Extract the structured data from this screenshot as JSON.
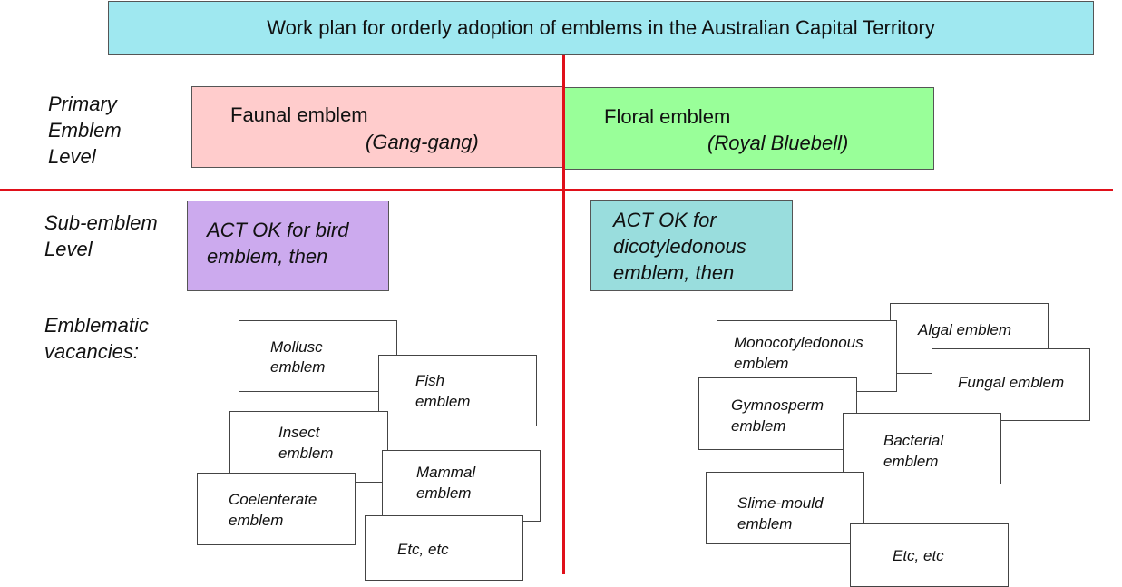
{
  "title": "Work plan for orderly adoption of emblems in the Australian Capital Territory",
  "row_labels": {
    "primary": [
      "Primary",
      "Emblem",
      "Level"
    ],
    "sub": [
      "Sub-emblem",
      "Level"
    ],
    "vacancies": [
      "Emblematic",
      "vacancies:"
    ]
  },
  "primary": {
    "faunal": {
      "name": "Faunal emblem",
      "example": "(Gang-gang)"
    },
    "floral": {
      "name": "Floral emblem",
      "example": "(Royal Bluebell)"
    }
  },
  "sub": {
    "fauna": [
      "ACT OK for bird",
      "emblem, then"
    ],
    "flora": [
      "ACT OK for",
      "dicotyledonous",
      "emblem, then"
    ]
  },
  "vacancies": {
    "fauna": {
      "mollusc": [
        "Mollusc",
        "emblem"
      ],
      "fish": [
        "Fish",
        "emblem"
      ],
      "insect": [
        "Insect",
        "emblem"
      ],
      "mammal": [
        "Mammal",
        "emblem"
      ],
      "coelenterate": [
        "Coelenterate",
        "emblem"
      ],
      "etc": [
        "Etc, etc"
      ]
    },
    "flora": {
      "algal": [
        "Algal emblem"
      ],
      "monocot": [
        "Monocotyledonous",
        "emblem"
      ],
      "fungal": [
        "Fungal emblem"
      ],
      "gymnosperm": [
        "Gymnosperm",
        "emblem"
      ],
      "bacterial": [
        "Bacterial",
        "emblem"
      ],
      "slime_mould": [
        "Slime-mould",
        "emblem"
      ],
      "etc": [
        "Etc, etc"
      ]
    }
  }
}
